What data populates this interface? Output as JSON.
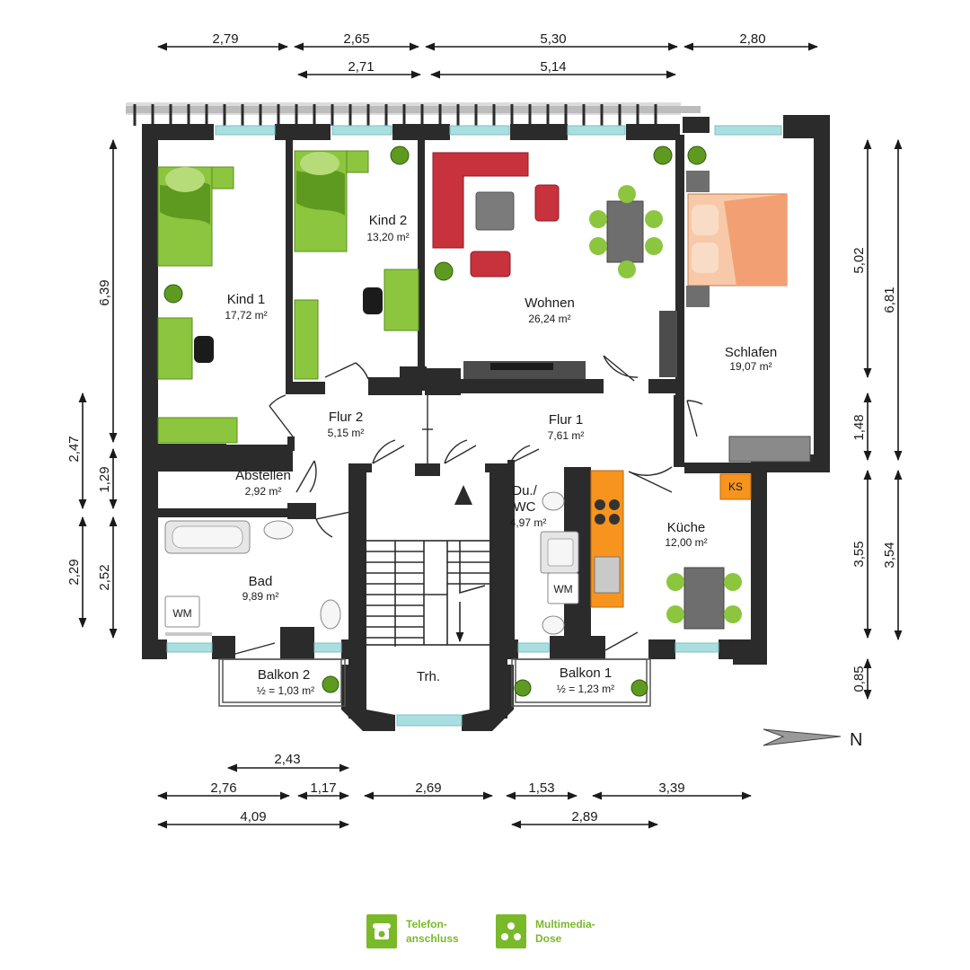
{
  "rooms": {
    "kind1": {
      "name": "Kind 1",
      "area": "17,72 m²"
    },
    "kind2": {
      "name": "Kind 2",
      "area": "13,20 m²"
    },
    "wohnen": {
      "name": "Wohnen",
      "area": "26,24 m²"
    },
    "schlafen": {
      "name": "Schlafen",
      "area": "19,07 m²"
    },
    "flur2": {
      "name": "Flur 2",
      "area": "5,15 m²"
    },
    "flur1": {
      "name": "Flur 1",
      "area": "7,61 m²"
    },
    "abstellen": {
      "name": "Abstellen",
      "area": "2,92 m²"
    },
    "duwc": {
      "name_line1": "Du./",
      "name_line2": "WC",
      "area": "4,97 m²"
    },
    "kueche": {
      "name": "Küche",
      "area": "12,00 m²"
    },
    "bad": {
      "name": "Bad",
      "area": "9,89 m²"
    },
    "balkon2": {
      "name": "Balkon 2",
      "area": "½ = 1,03 m²"
    },
    "balkon1": {
      "name": "Balkon 1",
      "area": "½ = 1,23 m²"
    },
    "treppenhaus": {
      "name": "Trh."
    }
  },
  "fixtures": {
    "wm_bad": "WM",
    "wm_wc": "WM",
    "ks": "KS"
  },
  "dimensions": {
    "top_row1": [
      "2,79",
      "2,65",
      "5,30",
      "2,80"
    ],
    "top_row2": [
      "2,71",
      "5,14"
    ],
    "left_outer": [
      "6,39",
      "2,47",
      "2,29"
    ],
    "left_inner": [
      "1,29",
      "2,52"
    ],
    "right_inner": [
      "5,02",
      "1,48",
      "3,55",
      "0,85"
    ],
    "right_outer": [
      "6,81",
      "3,54"
    ],
    "bottom_row1": [
      "2,43"
    ],
    "bottom_row2": [
      "2,76",
      "1,17",
      "2,69",
      "1,53",
      "3,39"
    ],
    "bottom_row3": [
      "4,09",
      "2,89"
    ]
  },
  "compass": {
    "label": "N"
  },
  "legend": [
    {
      "icon": "telephone-icon",
      "line1": "Telefon-",
      "line2": "anschluss"
    },
    {
      "icon": "multimedia-outlet-icon",
      "line1": "Multimedia-",
      "line2": "Dose"
    }
  ],
  "colors": {
    "accent": "#7ab929",
    "wall": "#2b2b2b",
    "window": "#a9dfe0",
    "sofa": "#c8323c",
    "bed": "#f2a073",
    "kitchen": "#f7941d"
  }
}
